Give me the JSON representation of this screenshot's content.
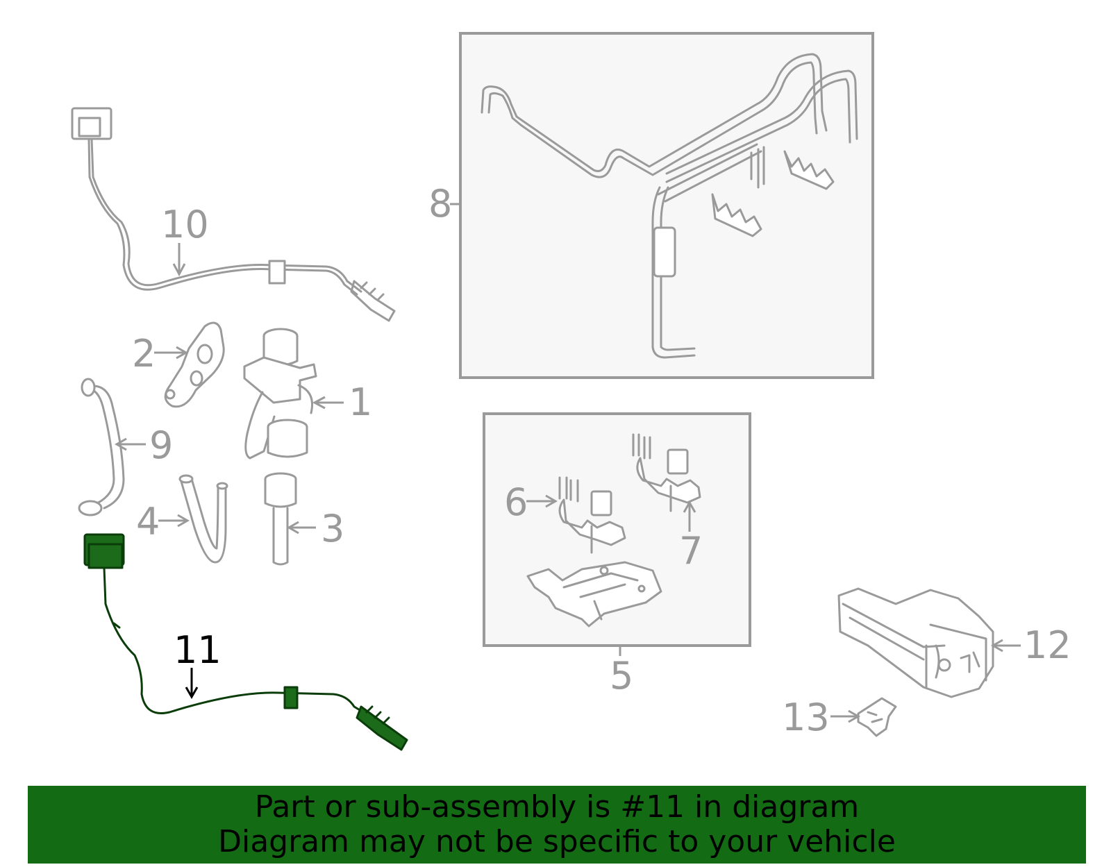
{
  "diagram": {
    "callouts": {
      "c1": "1",
      "c2": "2",
      "c3": "3",
      "c4": "4",
      "c5": "5",
      "c6": "6",
      "c7": "7",
      "c8": "8",
      "c9": "9",
      "c10": "10",
      "c11": "11",
      "c12": "12",
      "c13": "13"
    },
    "highlighted_part": "11",
    "colors": {
      "highlight": "#1b6b1b",
      "highlight_stroke": "#0b3d0b",
      "parts": "#9a9a9a",
      "banner": "#136b13"
    }
  },
  "banner": {
    "line1": "Part or sub-assembly is #11 in diagram",
    "line2": "Diagram may not be specific to your vehicle",
    "color": "#136b13"
  }
}
